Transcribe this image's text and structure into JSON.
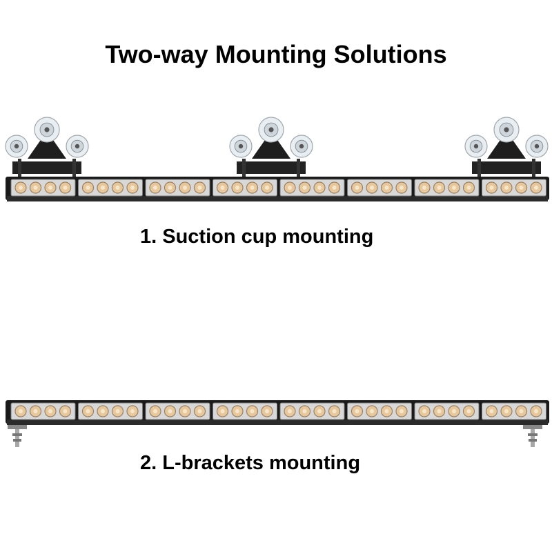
{
  "title": "Two-way Mounting Solutions",
  "captions": {
    "suction": "1. Suction cup mounting",
    "brackets": "2. L-brackets mounting"
  },
  "colors": {
    "housing": "#1a1a1a",
    "lens": "#d8d8d8",
    "led": "#e7c89c",
    "led_ring": "#9a8066",
    "cup": "#e9eef2"
  }
}
